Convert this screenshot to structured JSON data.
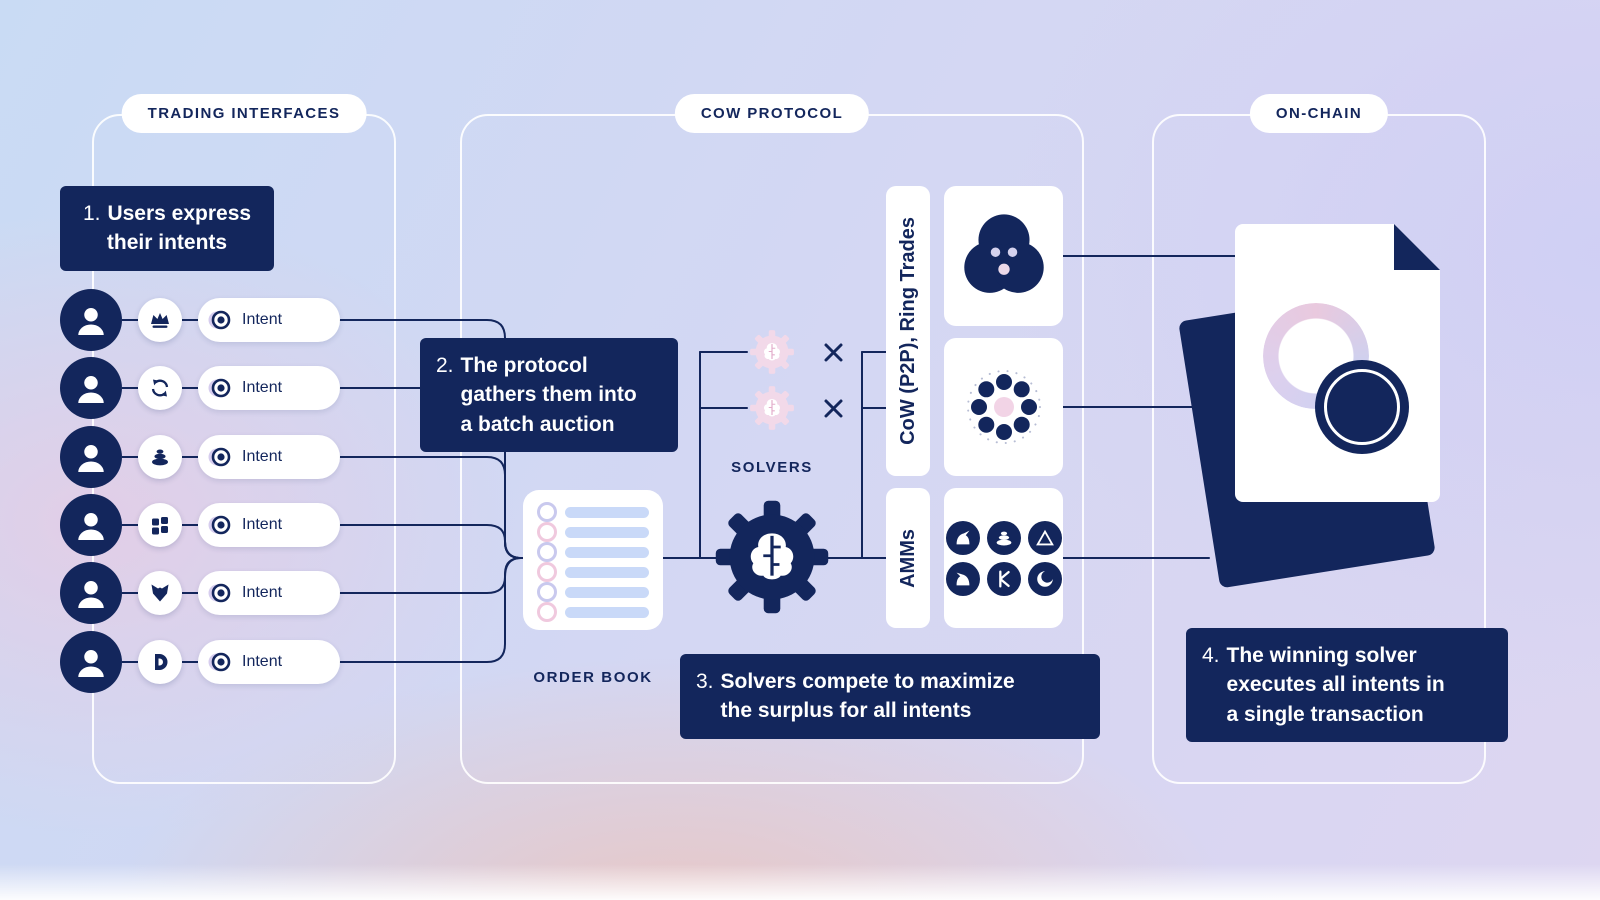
{
  "theme": {
    "navy": "#13265c",
    "white": "#ffffff",
    "bar_blue": "#c9d9f8",
    "pink": "#f0c9de",
    "lavender": "#c9c9ee"
  },
  "sections": {
    "trading": {
      "label": "TRADING INTERFACES"
    },
    "protocol": {
      "label": "COW PROTOCOL"
    },
    "onchain": {
      "label": "ON-CHAIN"
    }
  },
  "steps": {
    "step1": {
      "number": "1.",
      "text": "Users express their intents"
    },
    "step2": {
      "number": "2.",
      "text": "The protocol gathers them into a batch auction"
    },
    "step3": {
      "number": "3.",
      "text": "Solvers compete to maximize the surplus for all intents"
    },
    "step4": {
      "number": "4.",
      "text": "The winning solver executes all intents in a single transaction"
    }
  },
  "labels": {
    "order_book": "ORDER BOOK",
    "solvers": "SOLVERS",
    "cow_ring": "CoW (P2P), Ring Trades",
    "amms": "AMMs"
  },
  "intent_rows": [
    {
      "interface_icon": "cow-crown-icon",
      "intent": "Intent"
    },
    {
      "interface_icon": "swap-arrows-icon",
      "intent": "Intent"
    },
    {
      "interface_icon": "stones-icon",
      "intent": "Intent"
    },
    {
      "interface_icon": "squares-icon",
      "intent": "Intent"
    },
    {
      "interface_icon": "fox-icon",
      "intent": "Intent"
    },
    {
      "interface_icon": "d-letter-icon",
      "intent": "Intent"
    }
  ],
  "solver_groups": {
    "cow_icons": [
      "venn-circles-icon",
      "dotted-ring-icon"
    ],
    "amm_icons": [
      "unicorn-icon",
      "stones-icon",
      "triangle-icon",
      "horse-icon",
      "k-letter-icon",
      "swirl-icon"
    ]
  }
}
